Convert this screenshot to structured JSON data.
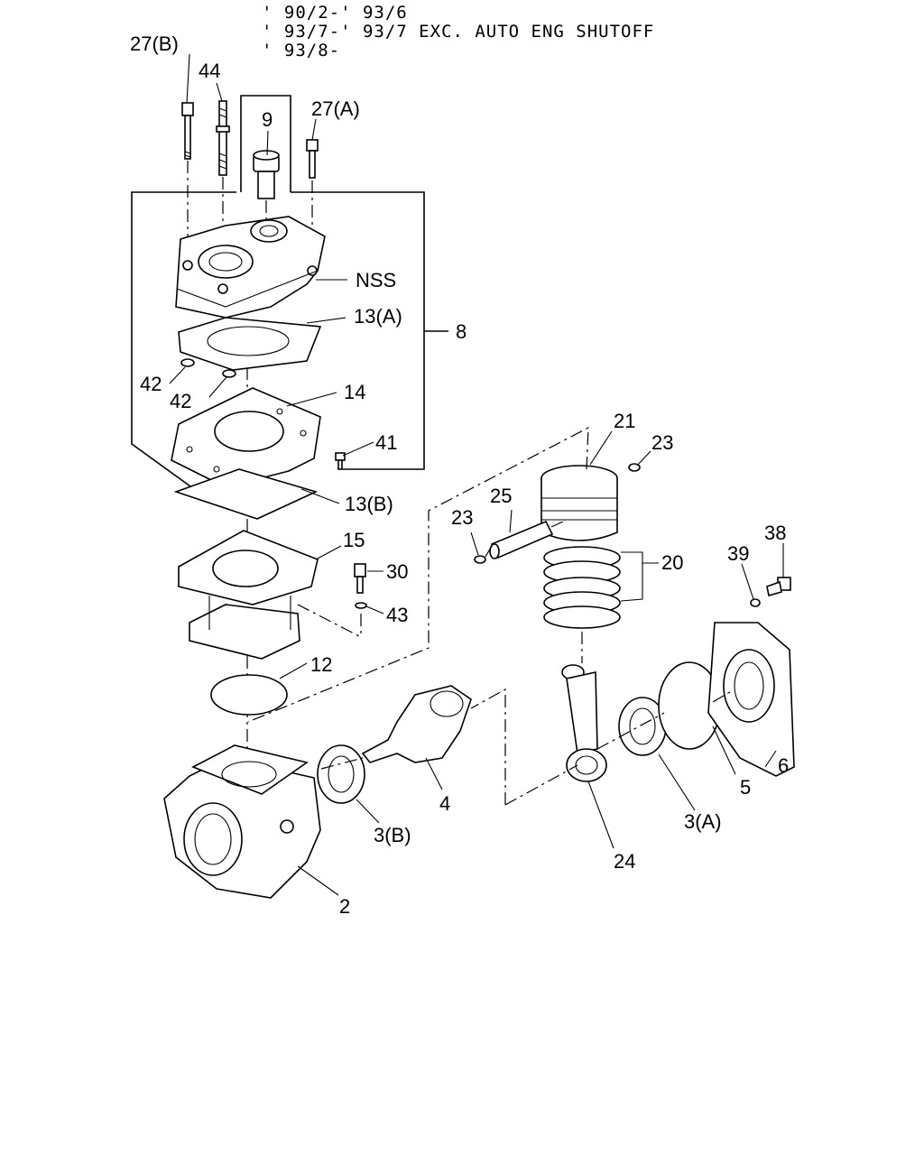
{
  "header": {
    "line1": "' 90/2-' 93/6",
    "line2": "' 93/7-' 93/7 EXC. AUTO ENG SHUTOFF",
    "line3": "' 93/8-"
  },
  "callouts": {
    "c27b": "27(B)",
    "c44": "44",
    "c9": "9",
    "c27a": "27(A)",
    "nss": "NSS",
    "c13a": "13(A)",
    "c8": "8",
    "c42a": "42",
    "c42b": "42",
    "c14": "14",
    "c41": "41",
    "c21": "21",
    "c23a": "23",
    "c13b": "13(B)",
    "c25": "25",
    "c23b": "23",
    "c15": "15",
    "c20": "20",
    "c38": "38",
    "c39": "39",
    "c30": "30",
    "c43": "43",
    "c12": "12",
    "c6": "6",
    "c5": "5",
    "c4": "4",
    "c3b": "3(B)",
    "c3a": "3(A)",
    "c24": "24",
    "c2": "2"
  }
}
